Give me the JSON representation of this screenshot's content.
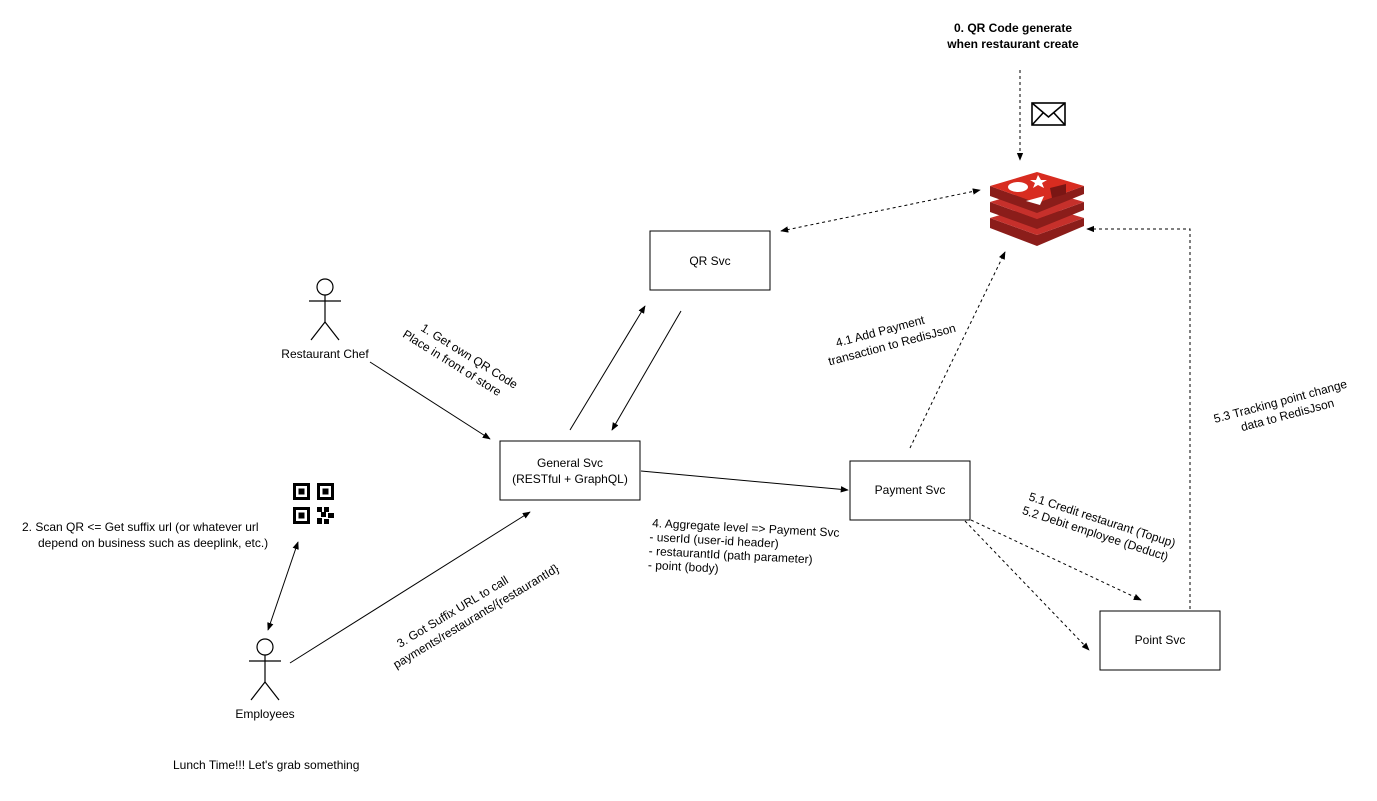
{
  "nodes": {
    "qr_svc": "QR Svc",
    "general_svc": [
      "General Svc",
      "(RESTful + GraphQL)"
    ],
    "payment_svc": "Payment Svc",
    "point_svc": "Point Svc"
  },
  "actors": {
    "restaurant_chef": "Restaurant Chef",
    "employees": "Employees"
  },
  "annotations": {
    "step0": [
      "0. QR Code generate",
      "when restaurant create"
    ],
    "step1": [
      "1. Get own QR Code",
      "Place in front of store"
    ],
    "step2": [
      "2. Scan QR <= Get suffix url (or whatever url",
      "depend on business such as deeplink, etc.)"
    ],
    "step3": [
      "3. Got Suffix URL to call",
      "payments/restaurants/{restaurantId}"
    ],
    "step4": [
      "4. Aggregate level => Payment Svc",
      "- userId (user-id header)",
      "- restaurantId (path parameter)",
      "- point (body)"
    ],
    "step41": [
      "4.1 Add Payment",
      "transaction to RedisJson"
    ],
    "step51_52": [
      "5.1 Credit restaurant  (Topup)",
      "5.2 Debit employee  (Deduct)"
    ],
    "step53": [
      "5.3 Tracking point change",
      "data to RedisJson"
    ],
    "footer": "Lunch Time!!! Let's grab something"
  },
  "icons": {
    "redis": "redis-logo-icon",
    "envelope": "envelope-icon",
    "qr": "qr-code-icon",
    "actor": "stick-figure-icon"
  },
  "colors": {
    "redis_red": "#c6302b",
    "redis_dark": "#8b1d1a",
    "line": "#000000"
  }
}
